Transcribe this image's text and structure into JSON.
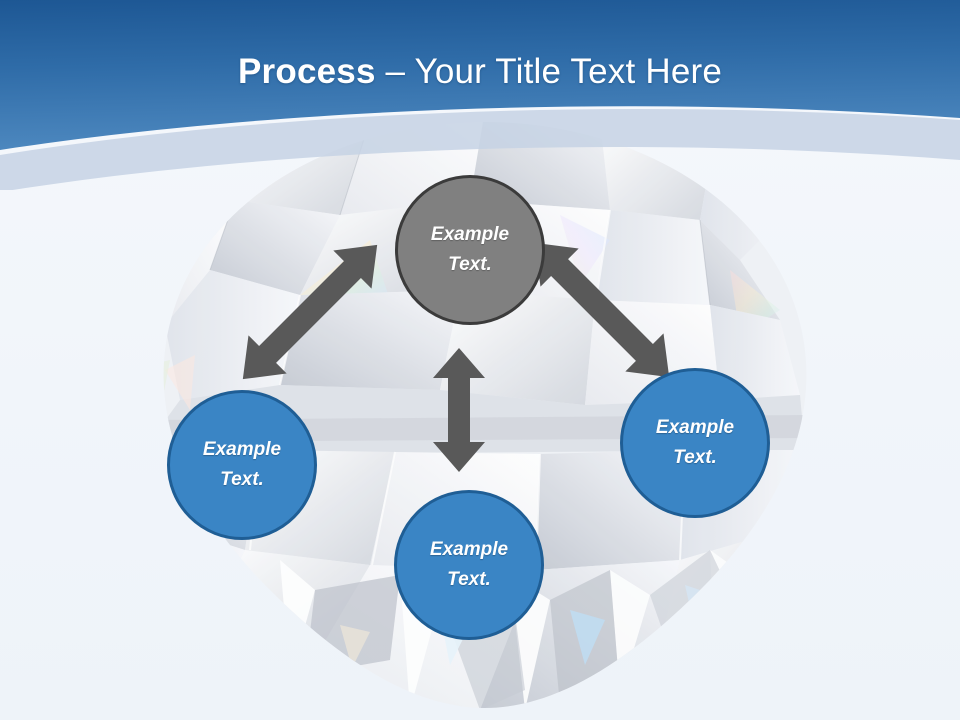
{
  "slide": {
    "title_bold": "Process",
    "title_separator": " – ",
    "title_rest": "Your Title Text Here",
    "background_color": "#f3f6fa",
    "header_gradient_top": "#1f5a9c",
    "header_gradient_bottom": "#4a86be",
    "header_band_color": "#c8d4e6"
  },
  "diagram": {
    "type": "cycle-process",
    "accent_blue": "#3a85c5",
    "accent_blue_border": "#1f5e95",
    "accent_gray": "#808080",
    "accent_gray_border": "#3b3b3b",
    "arrow_color": "#595959",
    "nodes": [
      {
        "id": "top",
        "role": "primary",
        "color": "#808080",
        "line1": "Example",
        "line2": "Text."
      },
      {
        "id": "left",
        "role": "secondary",
        "color": "#3a85c5",
        "line1": "Example",
        "line2": "Text."
      },
      {
        "id": "right",
        "role": "secondary",
        "color": "#3a85c5",
        "line1": "Example",
        "line2": "Text."
      },
      {
        "id": "bottom",
        "role": "secondary",
        "color": "#3a85c5",
        "line1": "Example",
        "line2": "Text."
      }
    ],
    "connectors": [
      {
        "id": "top-left",
        "style": "double-headed-diagonal",
        "direction": "up-right-down-left"
      },
      {
        "id": "top-right",
        "style": "double-headed-diagonal",
        "direction": "up-left-down-right"
      },
      {
        "id": "top-bottom",
        "style": "double-headed-vertical",
        "direction": "up-down"
      }
    ]
  },
  "artwork": {
    "name": "diamond-gemstone-facets",
    "description": "faded crystal facet background image"
  }
}
